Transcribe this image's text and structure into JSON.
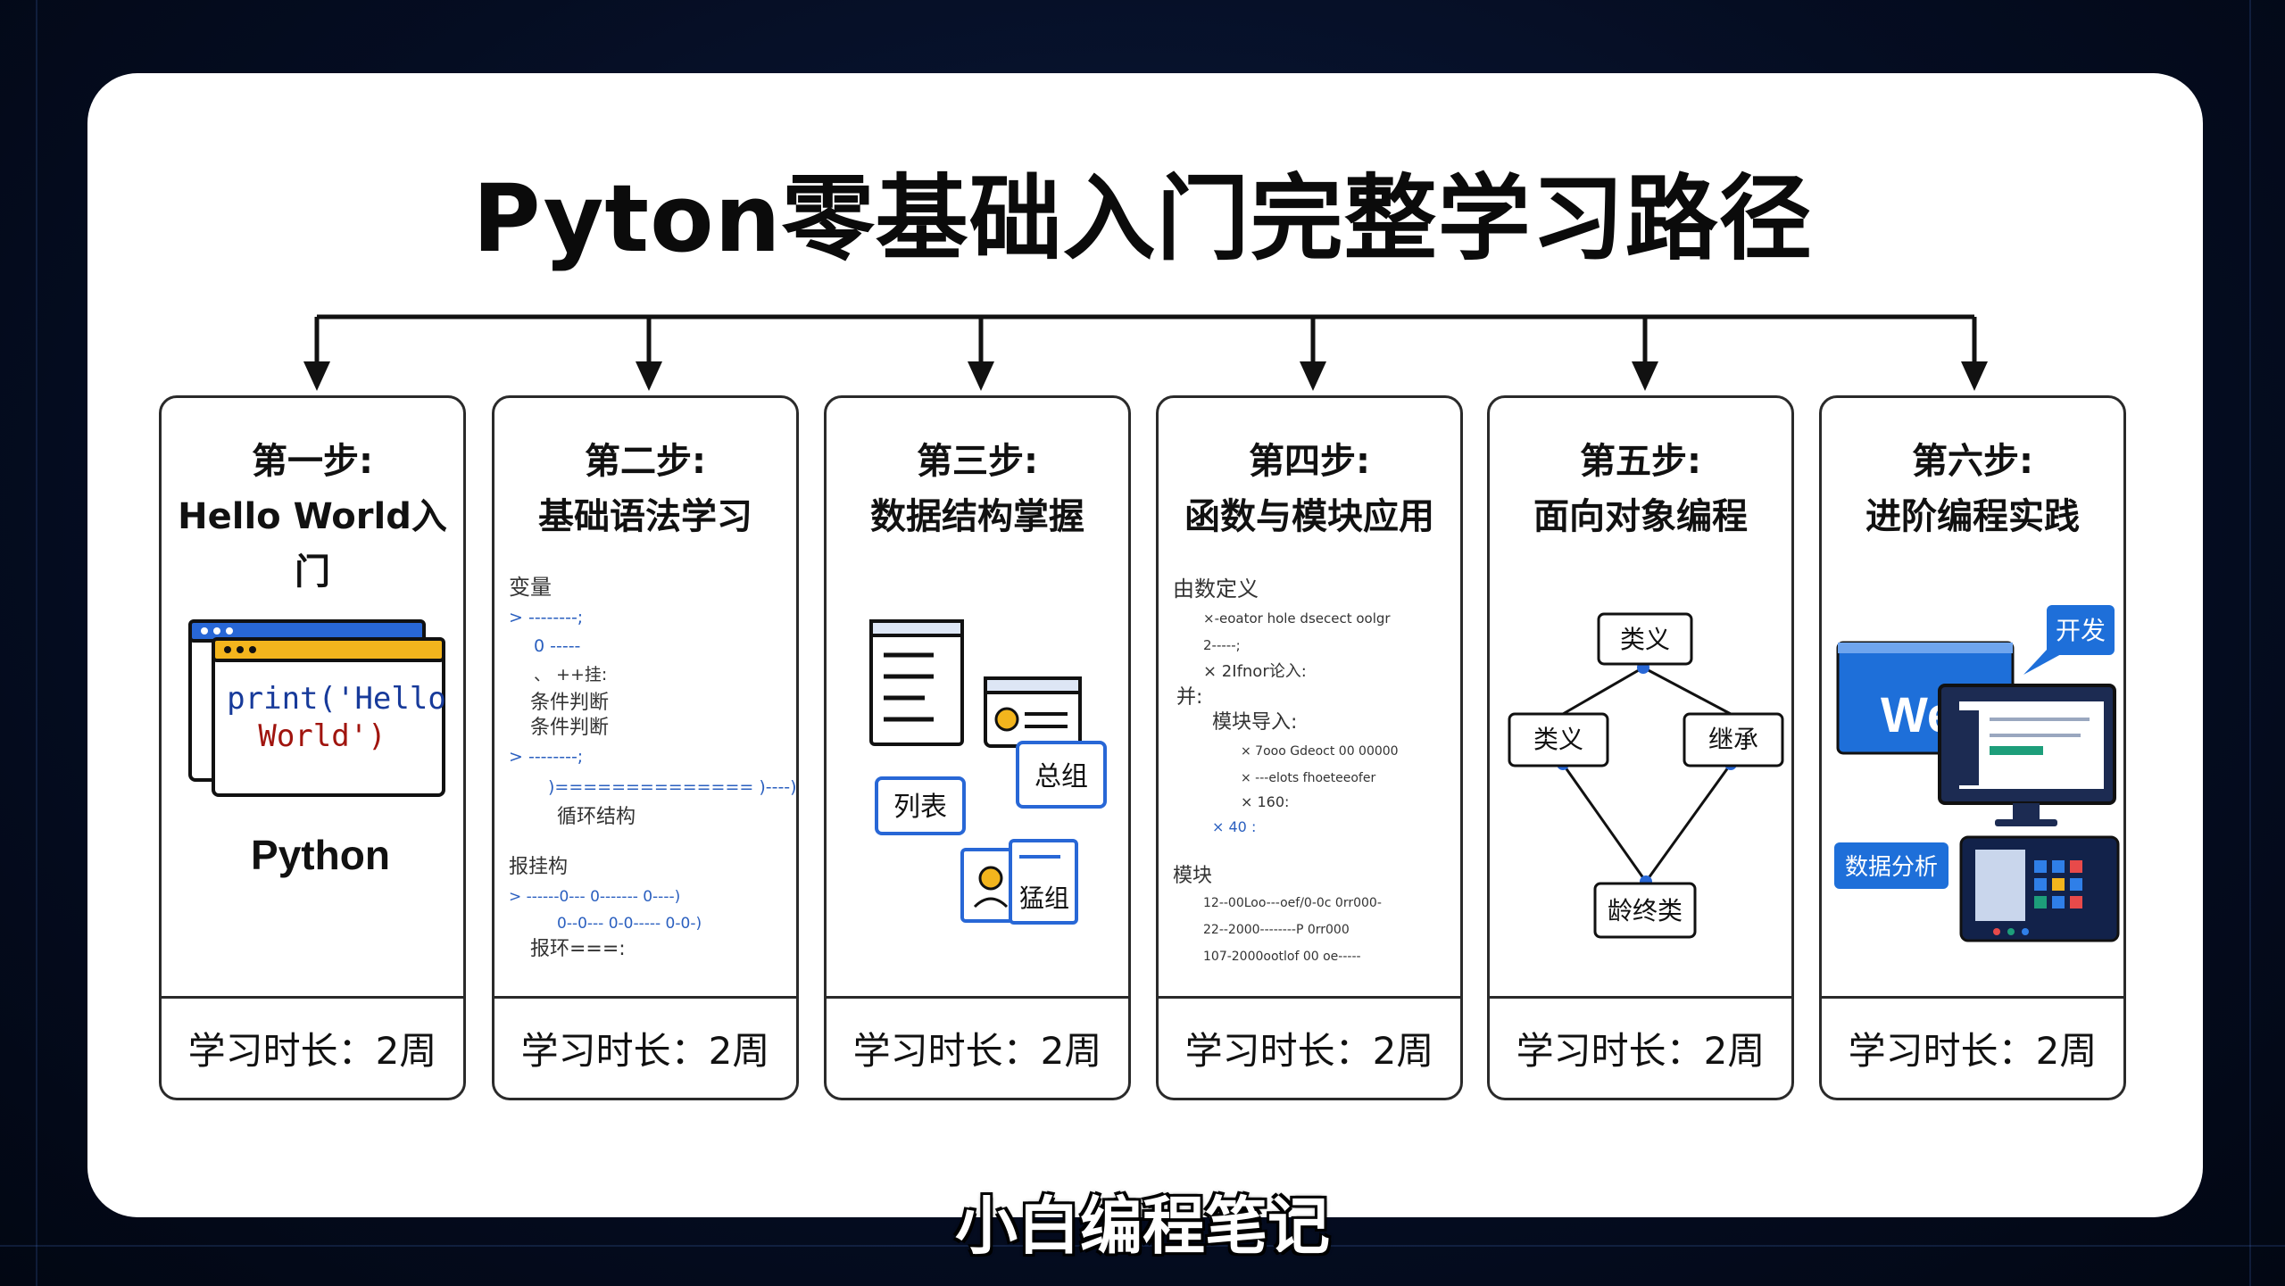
{
  "title": "Pyton零基础入门完整学习路径",
  "steps": [
    {
      "label": "第一步:",
      "name": "Hello World入门",
      "duration": "学习时长：2周",
      "illustration": {
        "code_line1": "print('Hello",
        "code_line2": "World')",
        "caption": "Python"
      }
    },
    {
      "label": "第二步:",
      "name": "基础语法学习",
      "duration": "学习时长：2周",
      "illustration": {
        "lines": [
          "变量",
          "> --------;",
          "0 -----",
          "、 ++挂:",
          "条件判断",
          "条件判断",
          "> --------;",
          ")============== )----)",
          "循环结构",
          "报挂构",
          "> ------0--- 0------- 0----)",
          "0--0--- 0-0----- 0-0-)",
          "报环===:"
        ]
      }
    },
    {
      "label": "第三步:",
      "name": "数据结构掌握",
      "duration": "学习时长：2周",
      "illustration": {
        "list_label": "列表",
        "dict_label": "总组",
        "set_label": "猛组"
      }
    },
    {
      "label": "第四步:",
      "name": "函数与模块应用",
      "duration": "学习时长：2周",
      "illustration": {
        "lines": [
          "由数定义",
          "×-eoator hole dsecect oolgr",
          "2-----;",
          "× 2Ifnor论入:",
          "并:",
          "模块导入:",
          "× 7ooo Gdeoct 00 00000",
          "× ---elots fhoeteeofer",
          "× 160:",
          "× 40 :",
          "模块",
          "12--00Loo---oef/0-0c 0rr000-",
          "22--2000--------P 0rr000",
          "107-2000ootlof 00 oe-----"
        ]
      }
    },
    {
      "label": "第五步:",
      "name": "面向对象编程",
      "duration": "学习时长：2周",
      "illustration": {
        "top": "类义",
        "left": "类义",
        "right": "继承",
        "bottom": "龄终类"
      }
    },
    {
      "label": "第六步:",
      "name": "进阶编程实践",
      "duration": "学习时长：2周",
      "illustration": {
        "web": "Web",
        "dev_tag": "开发",
        "data_tag": "数据分析"
      }
    }
  ],
  "watermark": "小白编程笔记",
  "colors": {
    "accent_blue": "#1e6fd9",
    "dark_blue": "#173a7a",
    "yellow": "#f3b51d"
  }
}
